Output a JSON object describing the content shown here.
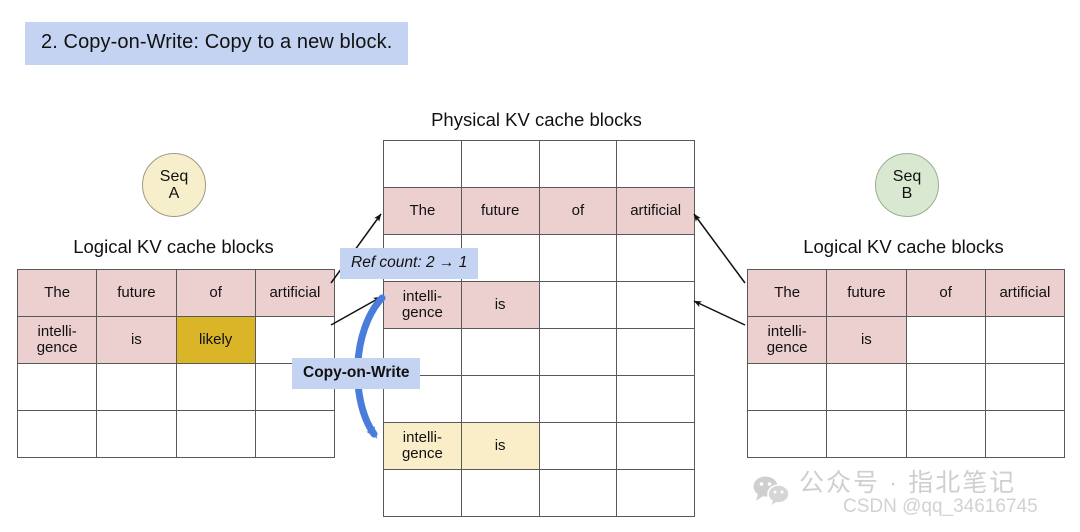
{
  "title": {
    "text": "2. Copy-on-Write: Copy to a new block.",
    "bg_color": "#c5d3f2"
  },
  "headings": {
    "physical": "Physical KV cache blocks",
    "logical_left": "Logical KV cache blocks",
    "logical_right": "Logical KV cache blocks"
  },
  "sequences": {
    "a": {
      "line1": "Seq",
      "line2": "A",
      "color": "#f7efcb"
    },
    "b": {
      "line1": "Seq",
      "line2": "B",
      "color": "#d9e8d0"
    }
  },
  "callouts": {
    "ref_count": "Ref count: 2 → 1",
    "copy_on_write": "Copy-on-Write"
  },
  "colors": {
    "pink": "#eccfcf",
    "gold": "#dbb528",
    "cream": "#faeec8",
    "chip": "#c5d3f2",
    "blue_arrow": "#4a7ddb",
    "grid": "#595959"
  },
  "tables": {
    "logical_left": {
      "columns": 4,
      "rows": [
        [
          {
            "text": "The",
            "fill": "pink"
          },
          {
            "text": "future",
            "fill": "pink"
          },
          {
            "text": "of",
            "fill": "pink"
          },
          {
            "text": "artificial",
            "fill": "pink"
          }
        ],
        [
          {
            "text": "intelli-\ngence",
            "fill": "pink"
          },
          {
            "text": "is",
            "fill": "pink"
          },
          {
            "text": "likely",
            "fill": "gold"
          },
          {
            "text": "",
            "fill": "none"
          }
        ],
        [
          {
            "text": "",
            "fill": "none"
          },
          {
            "text": "",
            "fill": "none"
          },
          {
            "text": "",
            "fill": "none"
          },
          {
            "text": "",
            "fill": "none"
          }
        ],
        [
          {
            "text": "",
            "fill": "none"
          },
          {
            "text": "",
            "fill": "none"
          },
          {
            "text": "",
            "fill": "none"
          },
          {
            "text": "",
            "fill": "none"
          }
        ]
      ]
    },
    "physical": {
      "columns": 4,
      "rows": [
        [
          {
            "text": "",
            "fill": "none"
          },
          {
            "text": "",
            "fill": "none"
          },
          {
            "text": "",
            "fill": "none"
          },
          {
            "text": "",
            "fill": "none"
          }
        ],
        [
          {
            "text": "The",
            "fill": "pink"
          },
          {
            "text": "future",
            "fill": "pink"
          },
          {
            "text": "of",
            "fill": "pink"
          },
          {
            "text": "artificial",
            "fill": "pink"
          }
        ],
        [
          {
            "text": "",
            "fill": "none"
          },
          {
            "text": "",
            "fill": "none"
          },
          {
            "text": "",
            "fill": "none"
          },
          {
            "text": "",
            "fill": "none"
          }
        ],
        [
          {
            "text": "intelli-\ngence",
            "fill": "pink"
          },
          {
            "text": "is",
            "fill": "pink"
          },
          {
            "text": "",
            "fill": "none"
          },
          {
            "text": "",
            "fill": "none"
          }
        ],
        [
          {
            "text": "",
            "fill": "none"
          },
          {
            "text": "",
            "fill": "none"
          },
          {
            "text": "",
            "fill": "none"
          },
          {
            "text": "",
            "fill": "none"
          }
        ],
        [
          {
            "text": "",
            "fill": "none"
          },
          {
            "text": "",
            "fill": "none"
          },
          {
            "text": "",
            "fill": "none"
          },
          {
            "text": "",
            "fill": "none"
          }
        ],
        [
          {
            "text": "intelli-\ngence",
            "fill": "cream"
          },
          {
            "text": "is",
            "fill": "cream"
          },
          {
            "text": "",
            "fill": "none"
          },
          {
            "text": "",
            "fill": "none"
          }
        ],
        [
          {
            "text": "",
            "fill": "none"
          },
          {
            "text": "",
            "fill": "none"
          },
          {
            "text": "",
            "fill": "none"
          },
          {
            "text": "",
            "fill": "none"
          }
        ]
      ]
    },
    "logical_right": {
      "columns": 4,
      "rows": [
        [
          {
            "text": "The",
            "fill": "pink"
          },
          {
            "text": "future",
            "fill": "pink"
          },
          {
            "text": "of",
            "fill": "pink"
          },
          {
            "text": "artificial",
            "fill": "pink"
          }
        ],
        [
          {
            "text": "intelli-\ngence",
            "fill": "pink"
          },
          {
            "text": "is",
            "fill": "pink"
          },
          {
            "text": "",
            "fill": "none"
          },
          {
            "text": "",
            "fill": "none"
          }
        ],
        [
          {
            "text": "",
            "fill": "none"
          },
          {
            "text": "",
            "fill": "none"
          },
          {
            "text": "",
            "fill": "none"
          },
          {
            "text": "",
            "fill": "none"
          }
        ],
        [
          {
            "text": "",
            "fill": "none"
          },
          {
            "text": "",
            "fill": "none"
          },
          {
            "text": "",
            "fill": "none"
          },
          {
            "text": "",
            "fill": "none"
          }
        ]
      ]
    }
  },
  "watermark": {
    "icon": "wechat-icon",
    "line1": "公众号 · 指北笔记",
    "line2": "CSDN @qq_34616745"
  }
}
